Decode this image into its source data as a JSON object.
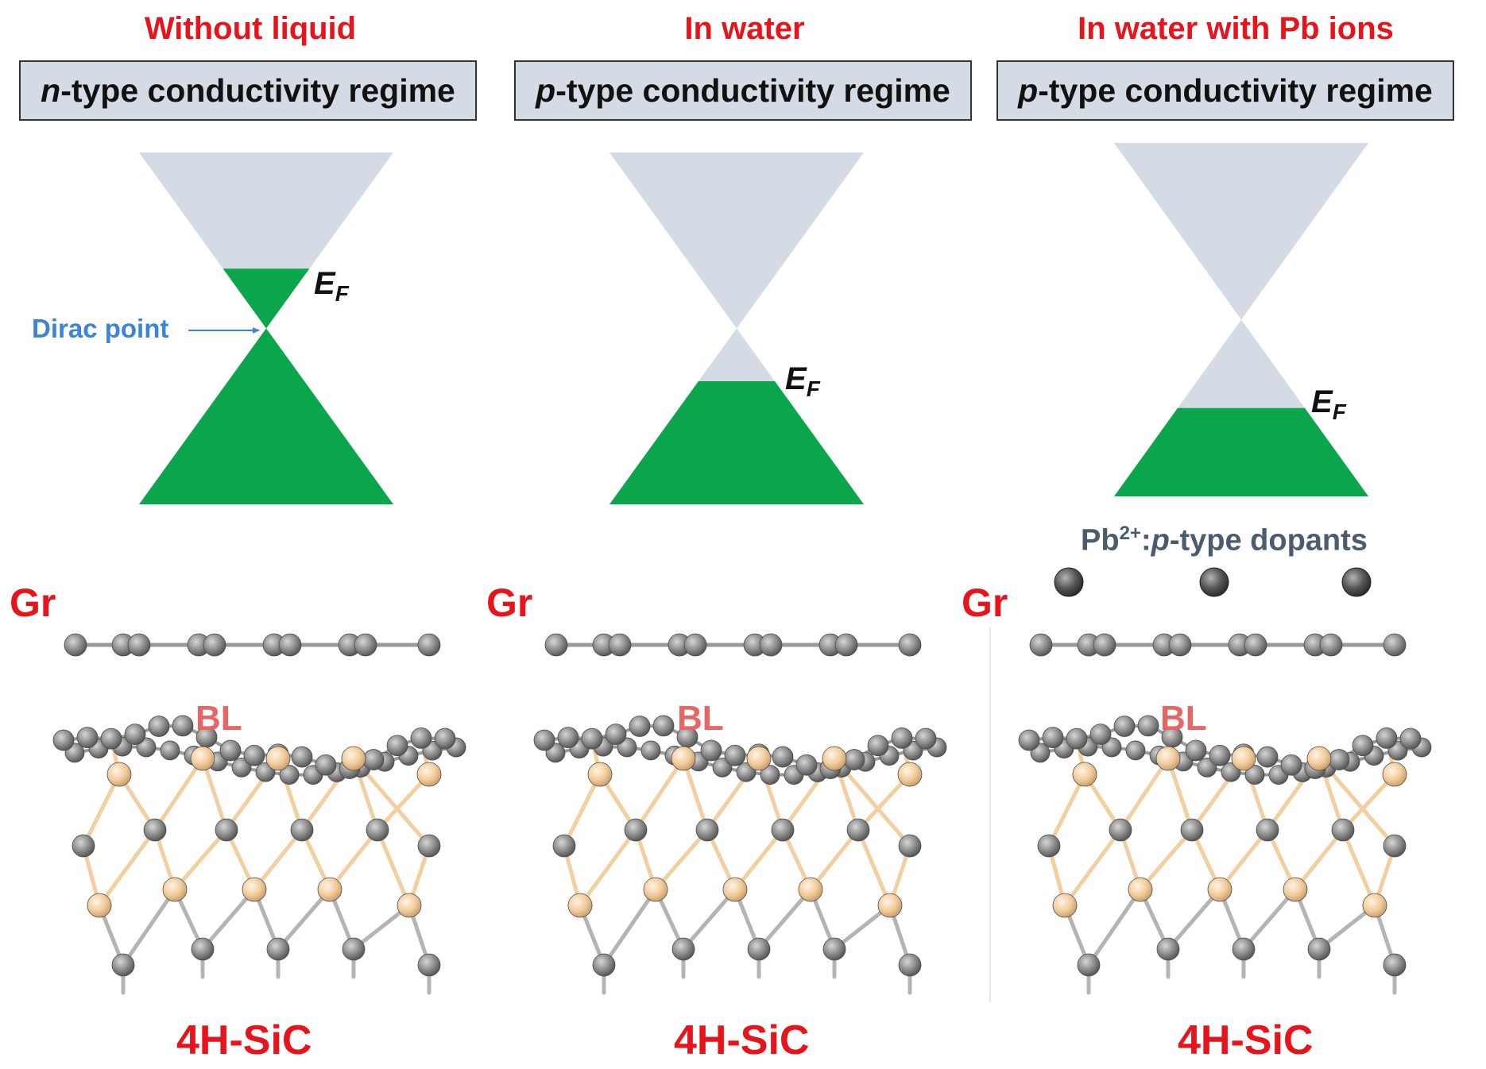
{
  "panels": [
    {
      "title": "Without liquid",
      "regime_italic": "n",
      "regime_rest": "-type conductivity regime",
      "fermi_fraction": 0.33,
      "gr_label": "Gr",
      "bl_label": "BL",
      "substrate_label": "4H-SiC",
      "ef_label": "E",
      "ef_sub": "F"
    },
    {
      "title": "In water",
      "regime_italic": "p",
      "regime_rest": "-type conductivity regime",
      "fermi_fraction": 0.65,
      "gr_label": "Gr",
      "bl_label": "BL",
      "substrate_label": "4H-SiC",
      "ef_label": "E",
      "ef_sub": "F"
    },
    {
      "title": "In water with Pb ions",
      "regime_italic": "p",
      "regime_rest": "-type conductivity regime",
      "fermi_fraction": 0.75,
      "gr_label": "Gr",
      "bl_label": "BL",
      "substrate_label": "4H-SiC",
      "ef_label": "E",
      "ef_sub": "F"
    }
  ],
  "annotations": {
    "dirac_point": "Dirac point",
    "pb_ion": "Pb",
    "pb_charge": "2+",
    "pb_sep": ":",
    "pb_italic": "p",
    "pb_rest": "-type dopants"
  },
  "colors": {
    "title_red": "#e8141b",
    "bl_red": "#e96464",
    "cone_grey": "#d4dbe4",
    "filled_green": "#0ba64b",
    "dirac_blue": "#3e84d4",
    "dopant_text": "#4d5b6e",
    "carbon_grey": "#858585",
    "silicon_tan": "#f3cfa0"
  }
}
